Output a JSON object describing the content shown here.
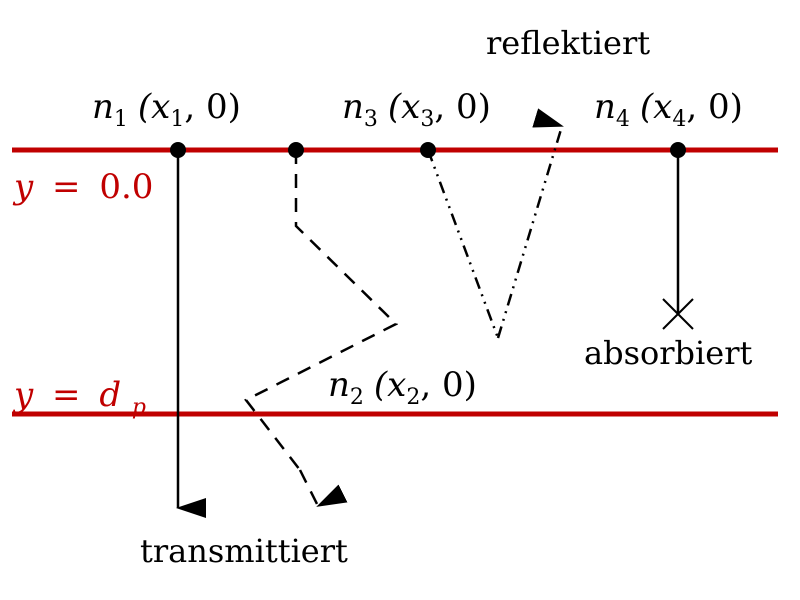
{
  "colors": {
    "boundary": "#c00000",
    "path": "#000000"
  },
  "boundaries": {
    "top": {
      "y_label": "y",
      "equals": "=",
      "value": "0.0"
    },
    "bottom": {
      "y_label": "y",
      "equals": "=",
      "value": "d",
      "value_sub": "p"
    }
  },
  "particles": {
    "n1": {
      "name": "n",
      "index": "1",
      "coord": "(x",
      "coord_sub": "1",
      "coord_end": ", 0)"
    },
    "n2": {
      "name": "n",
      "index": "2",
      "coord": "(x",
      "coord_sub": "2",
      "coord_end": ", 0)"
    },
    "n3": {
      "name": "n",
      "index": "3",
      "coord": "(x",
      "coord_sub": "3",
      "coord_end": ", 0)"
    },
    "n4": {
      "name": "n",
      "index": "4",
      "coord": "(x",
      "coord_sub": "4",
      "coord_end": ", 0)"
    }
  },
  "outcomes": {
    "transmitted": "transmittiert",
    "reflected": "reflektiert",
    "absorbed": "absorbiert"
  }
}
